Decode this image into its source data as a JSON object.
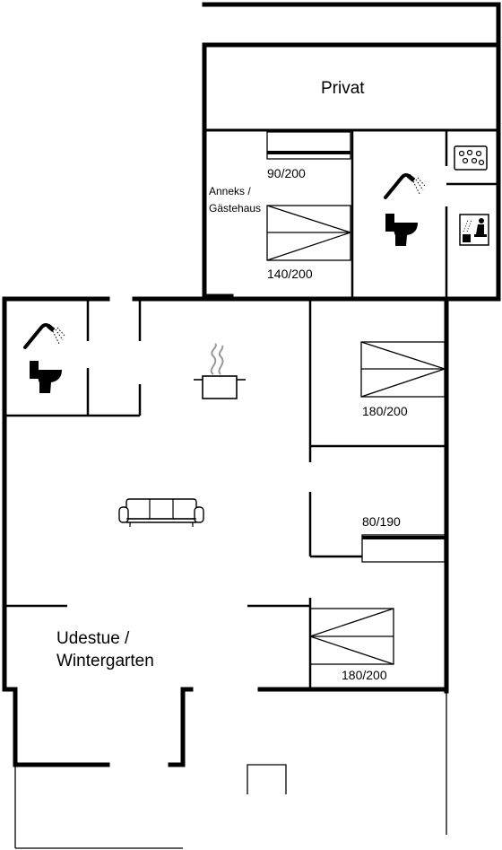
{
  "rooms": {
    "private": "Privat",
    "annex_line1": "Anneks /",
    "annex_line2": "Gästehaus",
    "sunroom_line1": "Udestue /",
    "sunroom_line2": "Wintergarten"
  },
  "beds": {
    "annex_single": "90/200",
    "annex_double": "140/200",
    "bedroom_right_top": "180/200",
    "bedroom_right_mid": "80/190",
    "bedroom_right_bottom": "180/200"
  },
  "icons": [
    "shower-icon",
    "toilet-icon",
    "whirlpool-icon",
    "sauna-icon",
    "cooking-pot-icon",
    "sofa-icon"
  ]
}
